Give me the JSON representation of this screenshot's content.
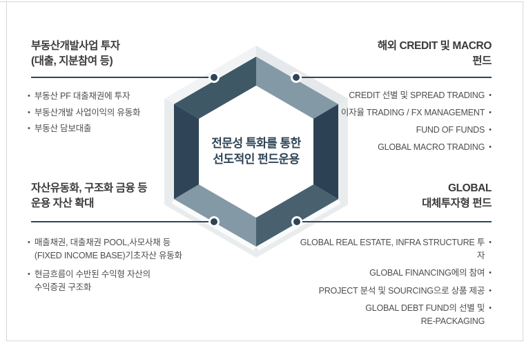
{
  "page": {
    "background": "#ffffff",
    "border_color": "#d6d6d6"
  },
  "center": {
    "text": "전문성 특화를 통한\n선도적인 펀드운용",
    "color": "#2e4456"
  },
  "hexagon": {
    "outer_color": "#e9eced",
    "outer_highlight": "#f1f3f4",
    "outer_shade": "#e5e9eb",
    "bevel_white": "#fafbfc",
    "inner_color": "#ffffff",
    "segments": {
      "upper_left": "#3e5866",
      "upper_right": "#8499a6",
      "right": "#2c4254",
      "lower_right": "#49616e",
      "lower_left": "#8499a6",
      "left": "#2f4557"
    },
    "connector_color": "#2e4456"
  },
  "markers": {
    "bullet": "•"
  },
  "sections": {
    "top_left": {
      "title": "부동산개발사업 투자\n(대출, 지분참여 등)",
      "bullets": [
        "부동산 PF 대출채권에 투자",
        "부동산개발 사업이익의 유동화",
        "부동산 담보대출"
      ]
    },
    "top_right": {
      "title": "해외 CREDIT 및 MACRO\n펀드",
      "bullets": [
        "CREDIT 선별 및 SPREAD TRADING",
        "이자율 TRADING / FX MANAGEMENT",
        "FUND OF FUNDS",
        "GLOBAL MACRO TRADING"
      ]
    },
    "bottom_left": {
      "title": "자산유동화, 구조화 금융 등\n운용 자산 확대",
      "bullets": [
        "매출채권, 대출채권 POOL,사모사채 등\n(FIXED INCOME BASE)기초자산 유동화",
        "현금흐름이 수반된 수익형 자산의\n수익증권 구조화"
      ]
    },
    "bottom_right": {
      "title": "GLOBAL\n대체투자형 펀드",
      "bullets": [
        "GLOBAL REAL ESTATE, INFRA STRUCTURE 투자",
        "GLOBAL FINANCING에의 참여",
        "PROJECT 분석 및 SOURCING으로 상품 제공",
        "GLOBAL DEBT FUND의 선별 및\nRE-PACKAGING"
      ]
    }
  }
}
